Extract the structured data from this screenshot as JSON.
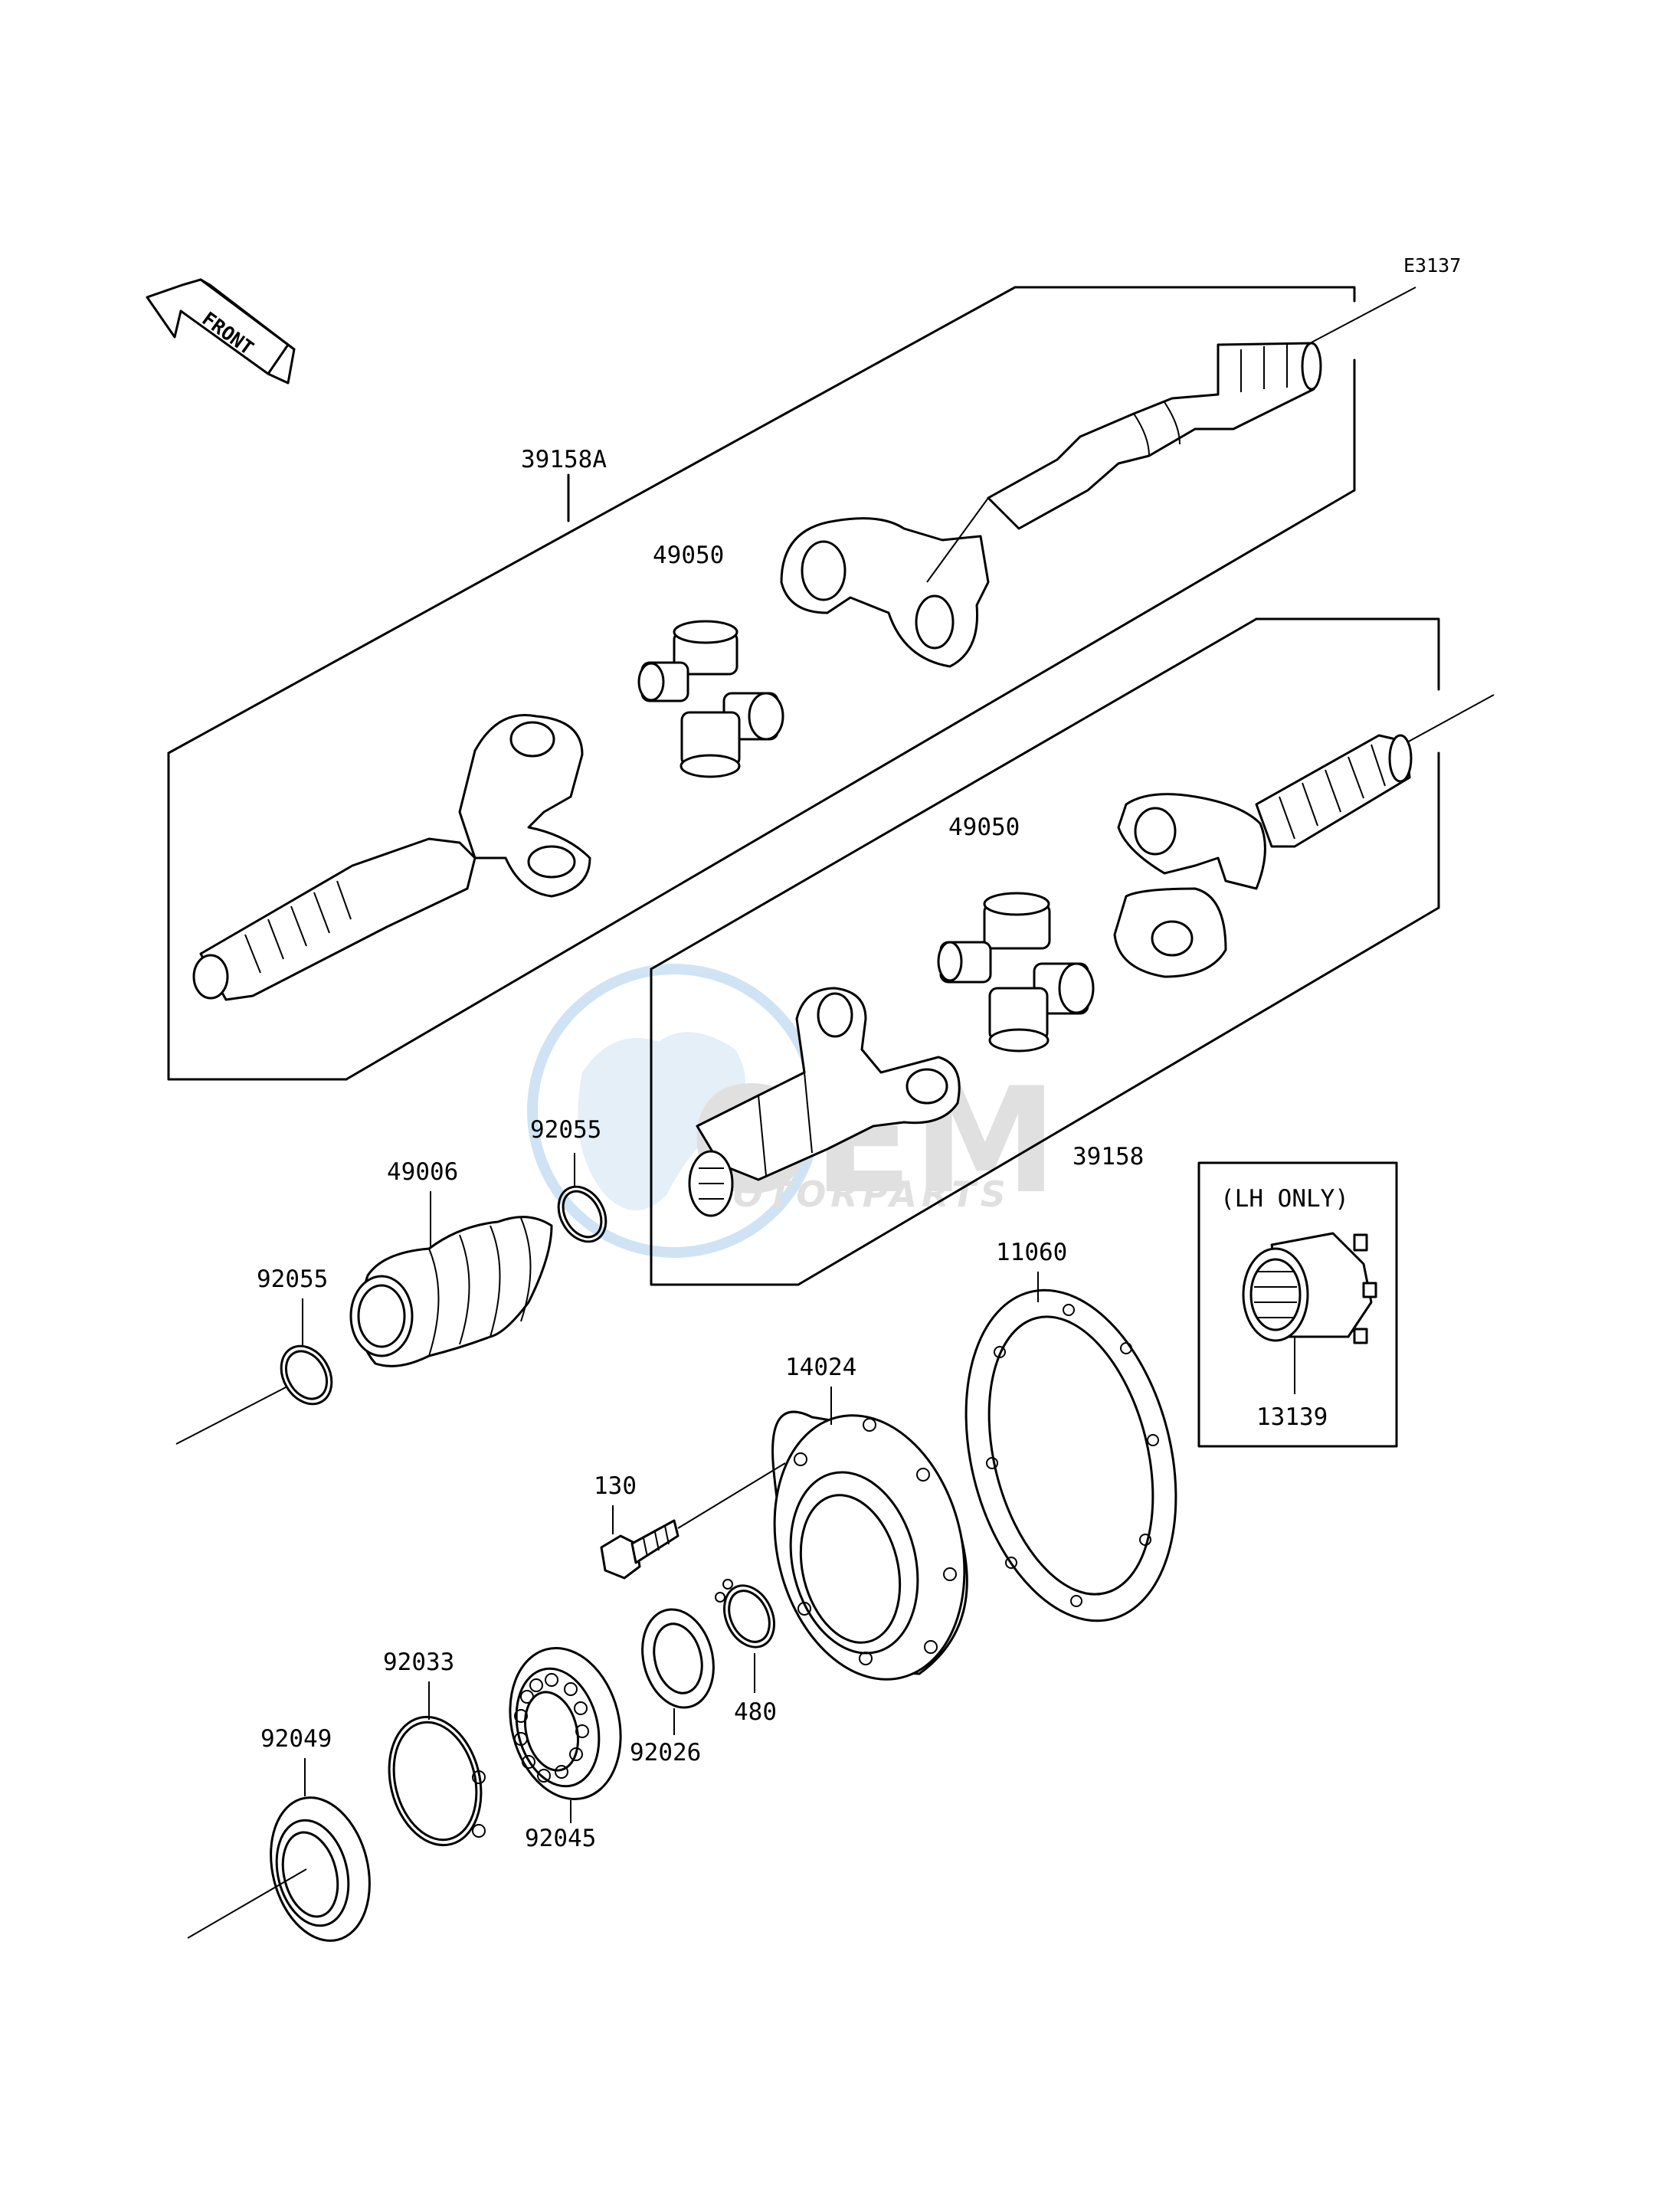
{
  "diagram_code": "E3137",
  "front_label": "FRONT",
  "watermark": {
    "brand": "OEM",
    "sub": "MOTORPARTS"
  },
  "parts": {
    "p39158A": "39158A",
    "p49050_upper": "49050",
    "p49050_lower": "49050",
    "p39158": "39158",
    "p92055_upper": "92055",
    "p49006": "49006",
    "p92055_lower": "92055",
    "p11060": "11060",
    "p14024": "14024",
    "p130": "130",
    "p92033": "92033",
    "p92049": "92049",
    "p92045": "92045",
    "p92026": "92026",
    "p480": "480",
    "p13139": "13139"
  },
  "lh_only_note": "(LH ONLY)",
  "colors": {
    "line": "#000000",
    "watermark": "#bcd7ee",
    "watermark_text": "#c4c4c4"
  }
}
